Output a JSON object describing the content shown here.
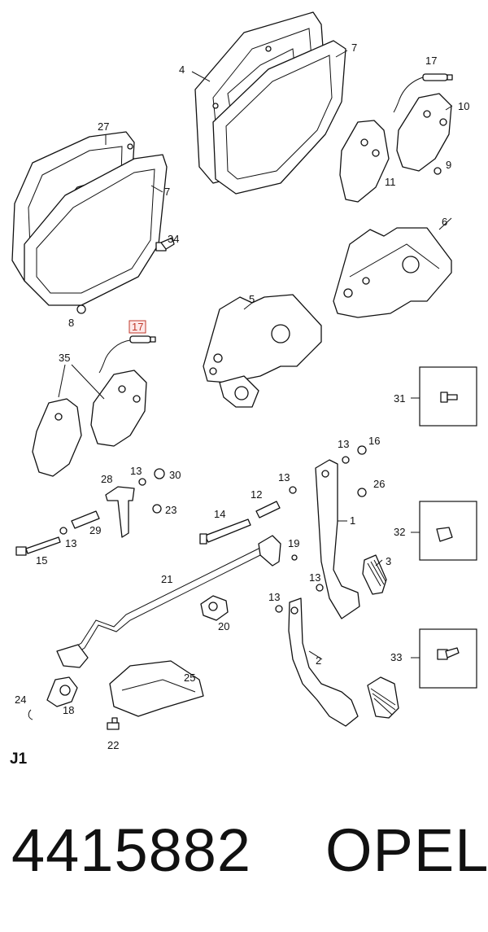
{
  "diagram": {
    "section_code": "J1",
    "part_number": "4415882",
    "brand": "OPEL",
    "highlight_color": "#c0392b",
    "callouts": {
      "c1": "1",
      "c2": "2",
      "c3": "3",
      "c4": "4",
      "c5": "5",
      "c6": "6",
      "c7a": "7",
      "c7b": "7",
      "c8": "8",
      "c9": "9",
      "c10": "10",
      "c11": "11",
      "c12": "12",
      "c13a": "13",
      "c13b": "13",
      "c13c": "13",
      "c13d": "13",
      "c13e": "13",
      "c13f": "13",
      "c14": "14",
      "c15": "15",
      "c16": "16",
      "c17a": "17",
      "c17b": "17",
      "c18": "18",
      "c19": "19",
      "c20": "20",
      "c21": "21",
      "c22": "22",
      "c23": "23",
      "c24": "24",
      "c25": "25",
      "c26": "26",
      "c27": "27",
      "c28": "28",
      "c29": "29",
      "c30": "30",
      "c31": "31",
      "c32": "32",
      "c33": "33",
      "c34": "34",
      "c35": "35"
    }
  }
}
